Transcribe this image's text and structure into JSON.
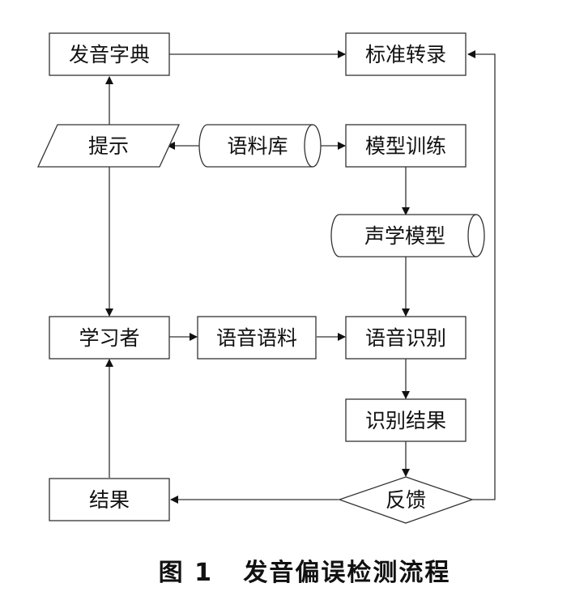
{
  "nodes": {
    "pronunciation_dictionary": "发音字典",
    "standard_transcription": "标准转录",
    "prompt": "提示",
    "corpus": "语料库",
    "model_training": "模型训练",
    "acoustic_model": "声学模型",
    "learner": "学习者",
    "speech_corpus": "语音语料",
    "speech_recognition": "语音识别",
    "recognition_result": "识别结果",
    "result": "结果",
    "feedback": "反馈"
  },
  "caption": "图 1   发音偏误检测流程"
}
